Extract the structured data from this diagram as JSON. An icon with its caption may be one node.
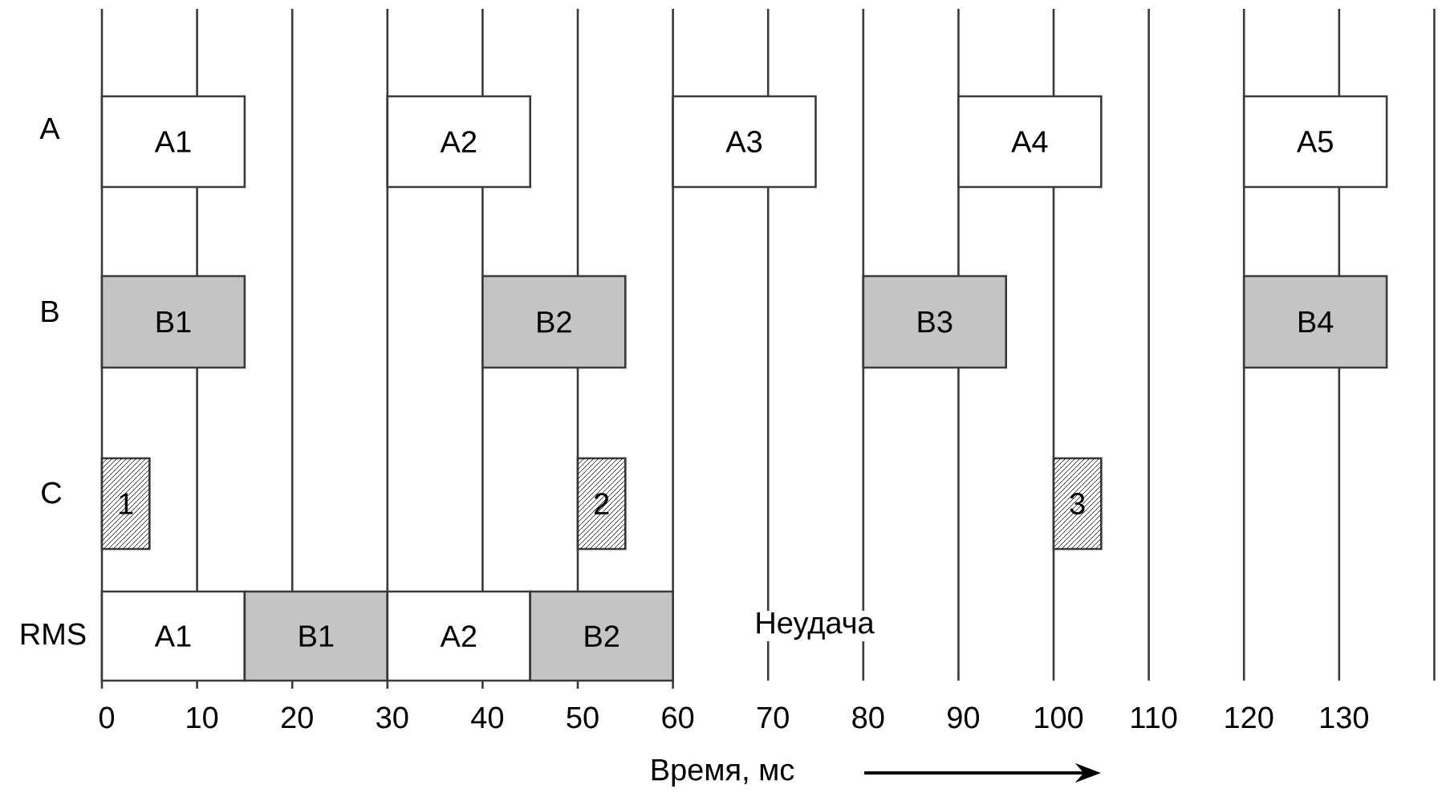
{
  "diagram": {
    "nodes": [
      {
        "text": [
          "A1"
        ]
      },
      {
        "text": [
          "A2"
        ]
      },
      {
        "text": [
          "A3"
        ]
      },
      {
        "text": [
          "A4"
        ]
      },
      {
        "text": [
          "A5"
        ]
      },
      {
        "text": [
          "B1"
        ]
      },
      {
        "text": [
          "B2"
        ]
      },
      {
        "text": [
          "B3"
        ]
      },
      {
        "text": [
          "B4"
        ]
      },
      {
        "text": [
          "1"
        ]
      },
      {
        "text": [
          "2"
        ]
      },
      {
        "text": [
          "3"
        ]
      },
      {
        "text": [
          "A1"
        ]
      },
      {
        "text": [
          "B1"
        ]
      },
      {
        "text": [
          "A2"
        ]
      },
      {
        "text": [
          "B2"
        ]
      }
    ],
    "labels": [
      "A",
      "B",
      "C",
      "RMS",
      "Неудача",
      "0",
      "10",
      "20",
      "30",
      "40",
      "50",
      "60",
      "70",
      "80",
      "90",
      "100",
      "110",
      "120",
      "130",
      "Время, мс"
    ]
  }
}
